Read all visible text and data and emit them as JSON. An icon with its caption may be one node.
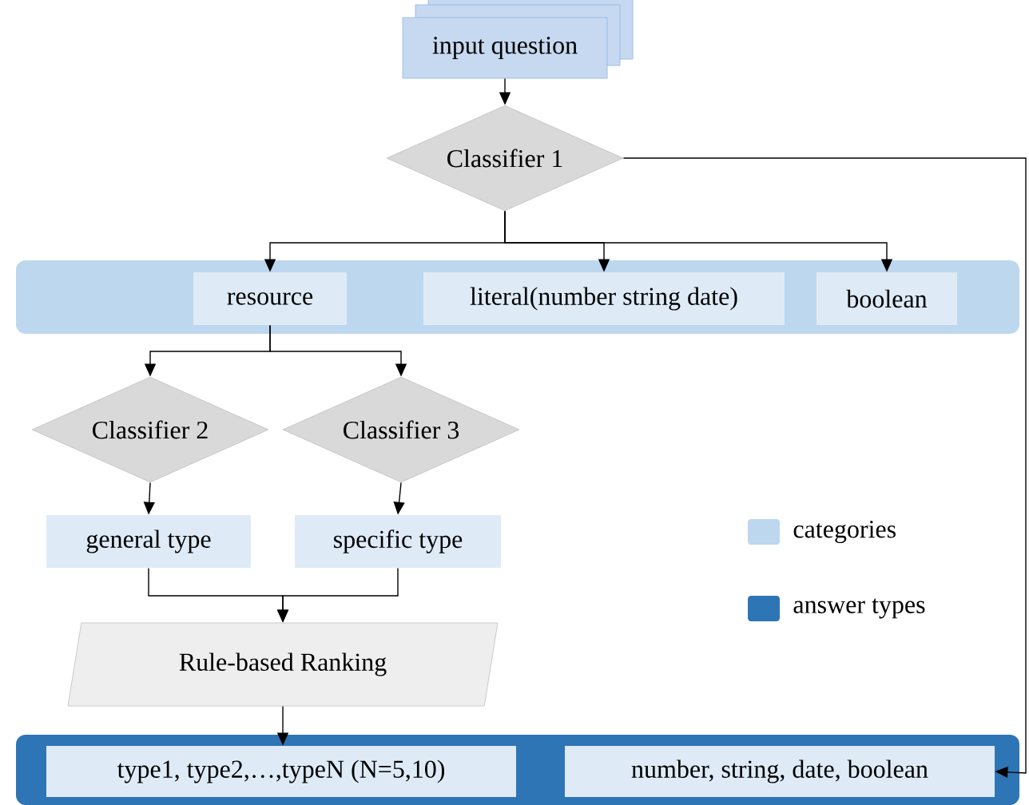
{
  "diagram": {
    "nodes": [
      {
        "text": [
          "input question"
        ]
      },
      {
        "text": [
          "Classifier 1"
        ]
      },
      {
        "text": [],
        "shape": "box"
      },
      {
        "text": [
          "resource"
        ],
        "in": 2
      },
      {
        "text": [
          "literal(number string date)"
        ],
        "in": 2
      },
      {
        "text": [
          "boolean"
        ],
        "in": 2
      },
      {
        "text": [
          "Classifier 2"
        ]
      },
      {
        "text": [
          "Classifier 3"
        ]
      },
      {
        "text": [
          "general type"
        ]
      },
      {
        "text": [
          "specific type"
        ]
      },
      {
        "text": [
          "Rule-based Ranking"
        ]
      },
      {
        "text": [],
        "shape": "box"
      },
      {
        "text": [
          "type1, type2,…,typeN (N=5,10)"
        ],
        "in": 11
      },
      {
        "text": [
          "number, string, date, boolean"
        ],
        "in": 11
      }
    ],
    "edges": [
      {
        "from": 0,
        "to": 1,
        "arrow": "to"
      },
      {
        "from": 1,
        "to": 3,
        "arrow": "to"
      },
      {
        "from": 1,
        "to": 4,
        "arrow": "to"
      },
      {
        "from": 1,
        "to": 5,
        "arrow": "to"
      },
      {
        "from": 3,
        "to": 6,
        "arrow": "to"
      },
      {
        "from": 3,
        "to": 7,
        "arrow": "to"
      },
      {
        "from": 6,
        "to": 8,
        "arrow": "to"
      },
      {
        "from": 7,
        "to": 9,
        "arrow": "to"
      },
      {
        "from": 8,
        "to": 10,
        "arrow": "to"
      },
      {
        "from": 9,
        "to": 10,
        "arrow": "to"
      },
      {
        "from": 10,
        "to": 12,
        "arrow": "to"
      },
      {
        "from": 1,
        "to": 13,
        "arrow": "to"
      }
    ],
    "legend": [
      {
        "text": "categories",
        "color": "#bdd7ee"
      },
      {
        "text": "answer types",
        "color": "#2e75b6"
      }
    ]
  }
}
